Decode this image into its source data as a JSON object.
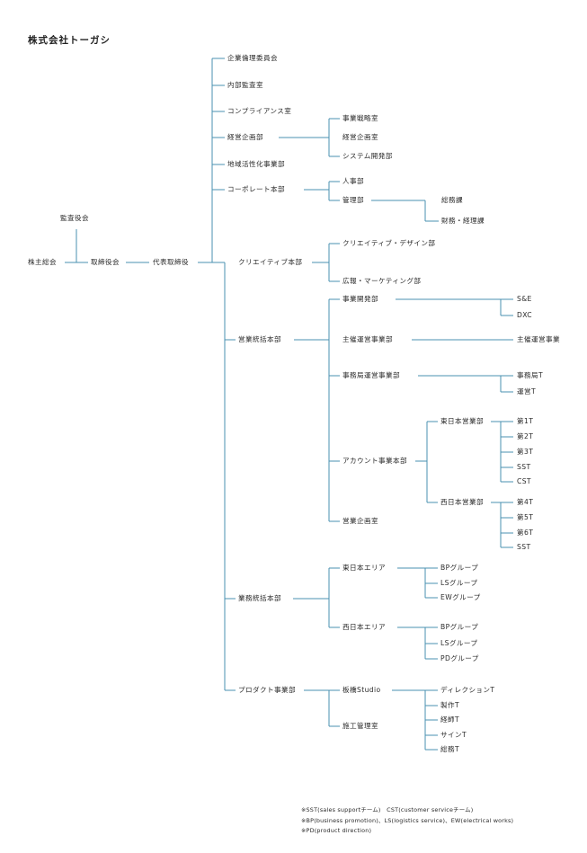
{
  "company": "株式会社トーガシ",
  "colors": {
    "connector": "#4a90b0",
    "text": "#2a2a2a"
  },
  "nodes": {
    "shareholders": "株主総会",
    "board": "取締役会",
    "auditors": "監査役会",
    "president": "代表取締役",
    "ethics": "企業倫理委員会",
    "audit": "内部監査室",
    "compliance": "コンプライアンス室",
    "planning": "経営企画部",
    "strategy": "事業戦略室",
    "mgmt_planning": "経営企画室",
    "system_dev": "システム開発部",
    "regional": "地域活性化事業部",
    "corporate": "コーポレート本部",
    "hr": "人事部",
    "admin": "管理部",
    "general_affairs": "総務課",
    "finance": "財務・経理課",
    "creative": "クリエイティブ本部",
    "creative_design": "クリエイティブ・デザイン部",
    "pr_marketing": "広報・マーケティング部",
    "sales_hq": "営業統括本部",
    "biz_dev": "事業開発部",
    "se": "S&E",
    "dxc": "DXC",
    "host_ops": "主催運営事業部",
    "host_ops_biz": "主催運営事業",
    "secretariat": "事務局運営事業部",
    "secretariat_t": "事務局T",
    "ops_t": "運営T",
    "account": "アカウント事業本部",
    "east_sales": "東日本営業部",
    "east_t1": "第1T",
    "east_t2": "第2T",
    "east_t3": "第3T",
    "east_sst": "SST",
    "east_cst": "CST",
    "west_sales": "西日本営業部",
    "west_t4": "第4T",
    "west_t5": "第5T",
    "west_t6": "第6T",
    "west_sst": "SST",
    "sales_planning": "営業企画室",
    "biz_hq": "業務統括本部",
    "east_area": "東日本エリア",
    "east_bp": "BPグループ",
    "east_ls": "LSグループ",
    "east_ew": "EWグループ",
    "west_area": "西日本エリア",
    "west_bp": "BPグループ",
    "west_ls": "LSグループ",
    "west_pd": "PDグループ",
    "product": "プロダクト事業部",
    "itabashi": "板橋Studio",
    "direction_t": "ディレクションT",
    "production_t": "製作T",
    "electrician_t": "経師T",
    "sign_t": "サインT",
    "general_t": "総務T",
    "construction": "施工管理室"
  },
  "notes": [
    "※SST(sales supportチーム)　CST(customer serviceチーム)",
    "※BP(business promotion)、LS(logistics service)、EW(electrical works)",
    "※PD(product direction)"
  ]
}
